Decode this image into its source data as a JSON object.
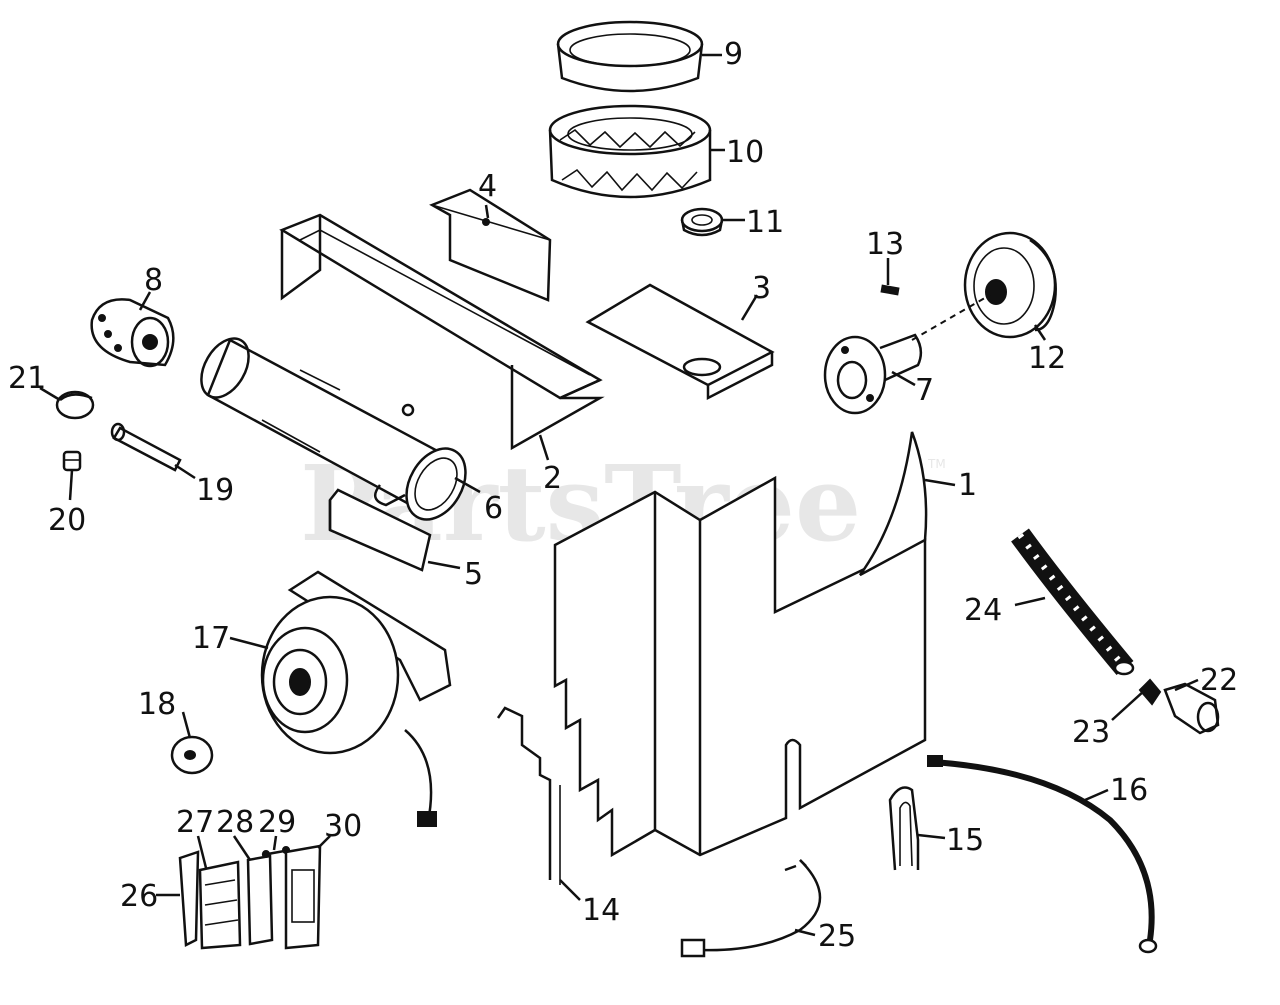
{
  "watermark": {
    "text": "PartsTree",
    "trademark": "TM"
  },
  "parts": [
    {
      "id": "1",
      "label": "1"
    },
    {
      "id": "2",
      "label": "2"
    },
    {
      "id": "3",
      "label": "3"
    },
    {
      "id": "4",
      "label": "4"
    },
    {
      "id": "5",
      "label": "5"
    },
    {
      "id": "6",
      "label": "6"
    },
    {
      "id": "7",
      "label": "7"
    },
    {
      "id": "8",
      "label": "8"
    },
    {
      "id": "9",
      "label": "9"
    },
    {
      "id": "10",
      "label": "10"
    },
    {
      "id": "11",
      "label": "11"
    },
    {
      "id": "12",
      "label": "12"
    },
    {
      "id": "13",
      "label": "13"
    },
    {
      "id": "14",
      "label": "14"
    },
    {
      "id": "15",
      "label": "15"
    },
    {
      "id": "16",
      "label": "16"
    },
    {
      "id": "17",
      "label": "17"
    },
    {
      "id": "18",
      "label": "18"
    },
    {
      "id": "19",
      "label": "19"
    },
    {
      "id": "20",
      "label": "20"
    },
    {
      "id": "21",
      "label": "21"
    },
    {
      "id": "22",
      "label": "22"
    },
    {
      "id": "23",
      "label": "23"
    },
    {
      "id": "24",
      "label": "24"
    },
    {
      "id": "25",
      "label": "25"
    },
    {
      "id": "26",
      "label": "26"
    },
    {
      "id": "27",
      "label": "27"
    },
    {
      "id": "28",
      "label": "28"
    },
    {
      "id": "29",
      "label": "29"
    },
    {
      "id": "30",
      "label": "30"
    }
  ]
}
